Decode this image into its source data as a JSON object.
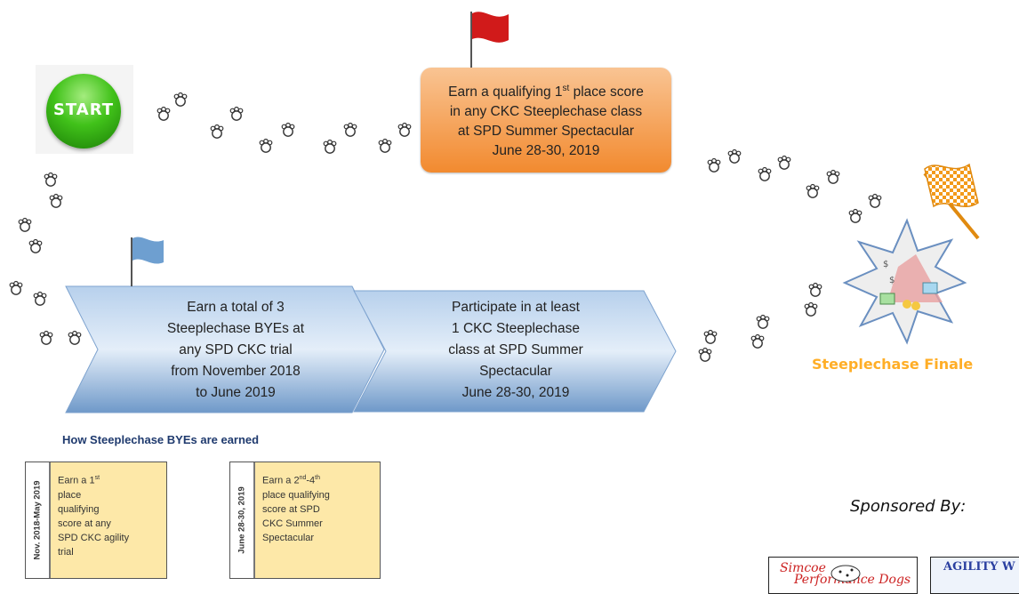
{
  "start": {
    "label": "START"
  },
  "orange_step": {
    "line1": "Earn a qualifying 1",
    "line1_sup": "st",
    "line1_tail": " place score",
    "line2": "in any CKC Steeplechase class",
    "line3": "at SPD Summer Spectacular",
    "line4": "June 28-30, 2019"
  },
  "chevron_step_1": {
    "lines": [
      "Earn a total of 3",
      "Steeplechase BYEs at",
      "any SPD CKC trial",
      "from November 2018",
      "to June 2019"
    ]
  },
  "chevron_step_2": {
    "lines": [
      "Participate in at least",
      "1 CKC Steeplechase",
      "class at SPD Summer",
      "Spectacular",
      "June 28-30, 2019"
    ]
  },
  "finale": {
    "label": "Steeplechase Finale"
  },
  "byes": {
    "heading": "How Steeplechase BYEs are earned",
    "cards": [
      {
        "date": "Nov. 2018-May 2019",
        "lines": [
          "Earn a 1",
          "place",
          "qualifying",
          "score at any",
          "SPD CKC agility",
          "trial"
        ],
        "sup": "st"
      },
      {
        "date": "June 28-30, 2019",
        "lines": [
          "Earn a 2",
          "place qualifying",
          "score at SPD",
          "CKC Summer",
          "Spectacular"
        ],
        "sup": "nd",
        "mid": "-4",
        "sup2": "th"
      }
    ]
  },
  "sponsors": {
    "label": "Sponsored By:",
    "logo1_line1": "Simcoe",
    "logo1_line2": "Performance Dogs",
    "logo2_text": "AGILITY W"
  },
  "colors": {
    "orange": "#f28a2f",
    "chevron": "#8fb2db",
    "flag_red": "#d11a1a",
    "flag_blue": "#6e9fd0",
    "finale_text": "#ffae27",
    "card_fill": "#fde8a8",
    "heading": "#1f3a6e"
  },
  "icons": [
    "start-button-icon",
    "red-flag-icon",
    "blue-flag-icon",
    "checkered-flag-icon",
    "paw-print-icon",
    "finale-burst-icon"
  ]
}
